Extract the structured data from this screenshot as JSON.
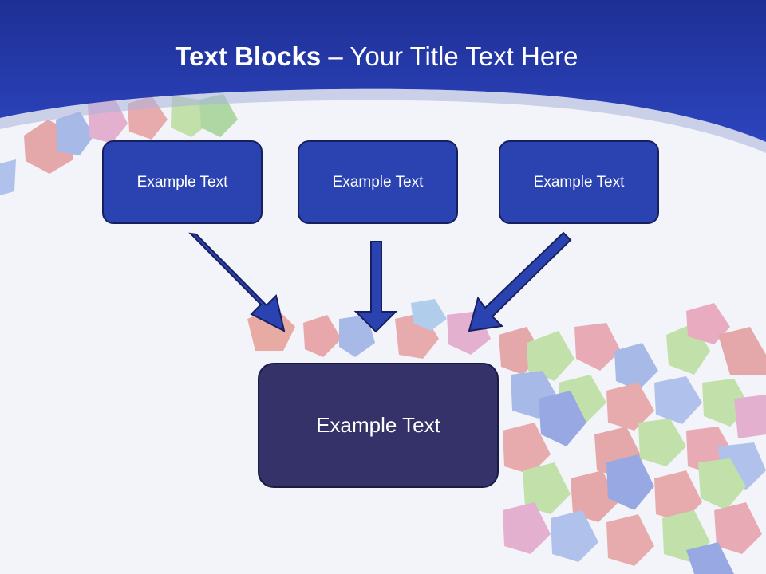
{
  "slide": {
    "title_bold": "Text Blocks",
    "title_separator": " – ",
    "title_rest": "Your Title Text Here"
  },
  "blocks": [
    {
      "label": "Example Text"
    },
    {
      "label": "Example Text"
    },
    {
      "label": "Example Text"
    }
  ],
  "target": {
    "label": "Example Text"
  },
  "colors": {
    "header_blue": "#2438b0",
    "block_fill": "#2a43b0",
    "target_fill": "#343268",
    "arrow_fill": "#2a43b0",
    "arrow_stroke": "#17205f"
  }
}
